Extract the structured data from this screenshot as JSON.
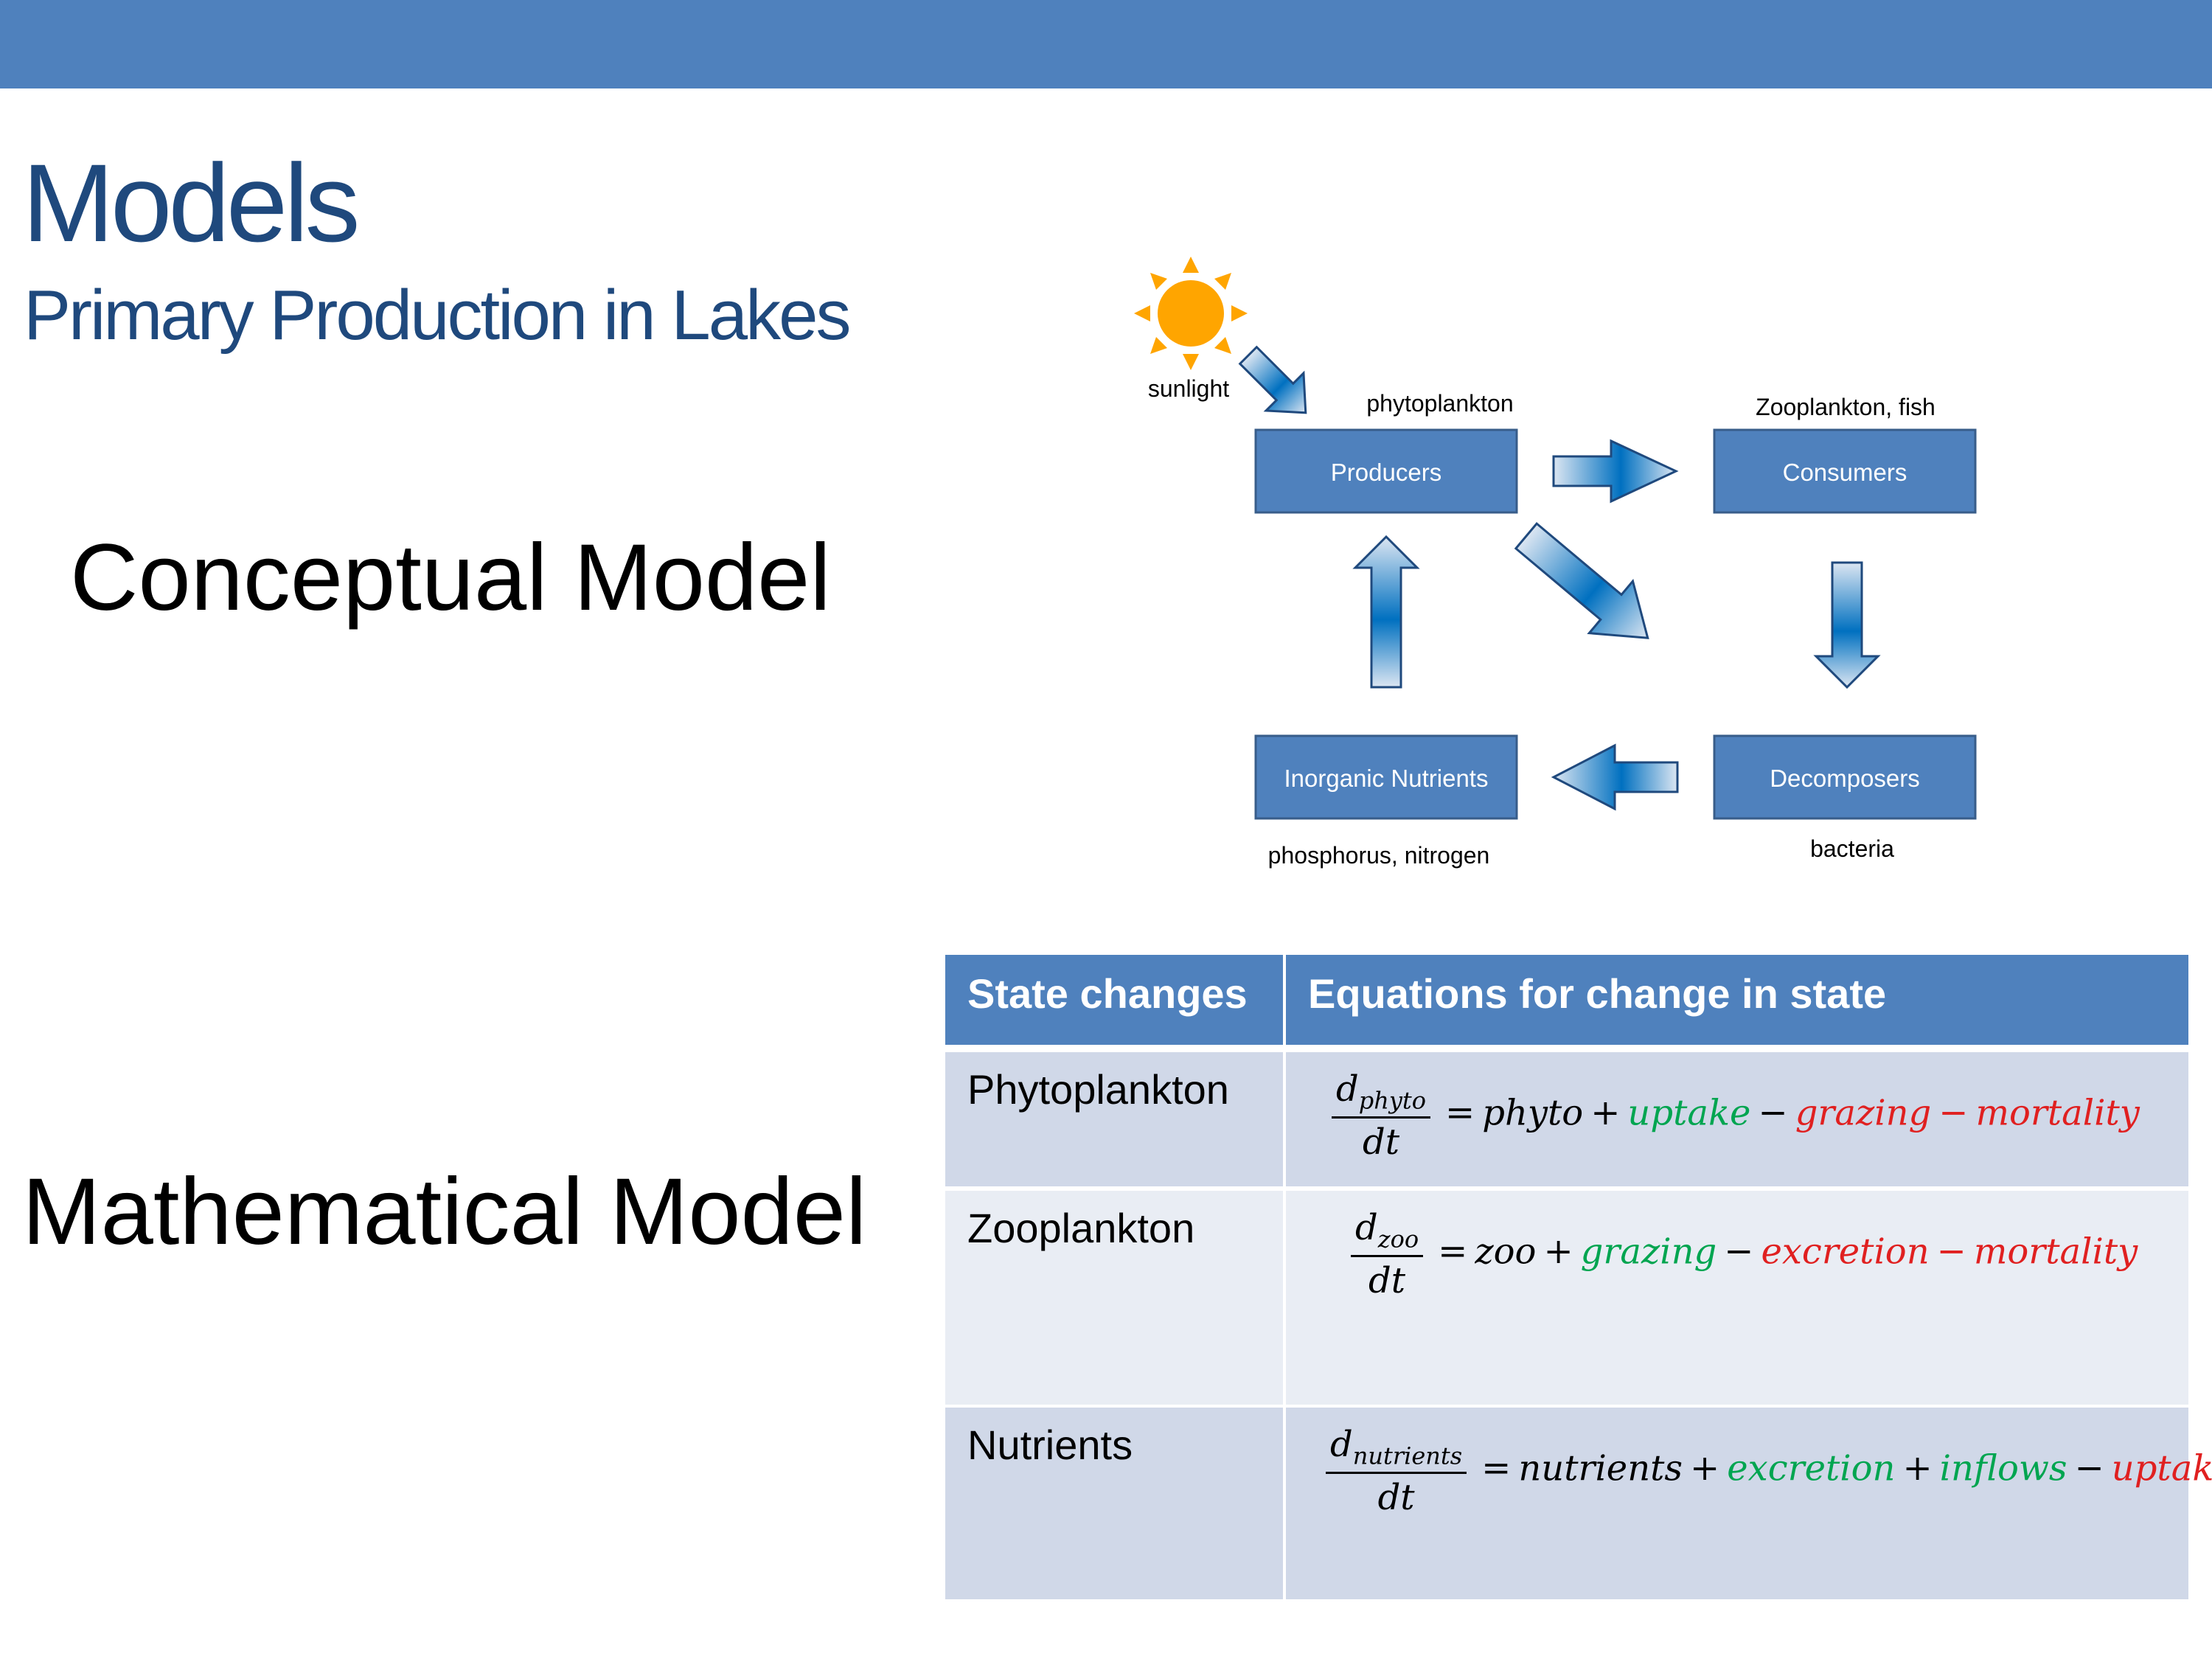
{
  "slide": {
    "title": "Models",
    "subtitle": "Primary Production in Lakes",
    "conceptual_label": "Conceptual Model",
    "mathematical_label": "Mathematical Model"
  },
  "diagram": {
    "sun_label": "sunlight",
    "nodes": {
      "producers": {
        "label": "Producers",
        "caption": "phytoplankton"
      },
      "consumers": {
        "label": "Consumers",
        "caption": "Zooplankton, fish"
      },
      "decomposers": {
        "label": "Decomposers",
        "caption": "bacteria"
      },
      "nutrients": {
        "label": "Inorganic Nutrients",
        "caption": "phosphorus, nitrogen"
      }
    },
    "colors": {
      "box": "#4f81bd",
      "sun": "#ffa500"
    }
  },
  "table": {
    "headers": [
      "State changes",
      "Equations for change in state"
    ],
    "rows": [
      {
        "state": "Phytoplankton",
        "d_sub": "phyto",
        "dt": "dt",
        "d": "d",
        "eq": "=",
        "base": "phyto",
        "t1_op": "+",
        "t1": "uptake",
        "t2_op": "−",
        "t2": "grazing",
        "t3_op": "−",
        "t3": "mortality"
      },
      {
        "state": "Zooplankton",
        "d_sub": "zoo",
        "dt": "dt",
        "d": "d",
        "eq": "=",
        "base": "zoo",
        "t1_op": "+",
        "t1": "grazing",
        "t2_op": "−",
        "t2": "excretion",
        "t3_op": "−",
        "t3": "mortality"
      },
      {
        "state": "Nutrients",
        "d_sub": "nutrients",
        "dt": "dt",
        "d": "d",
        "eq": "=",
        "base": "nutrients",
        "t1_op": "+",
        "t1": "excretion",
        "t2_op": "+",
        "t2": "inflows",
        "t3_op": "−",
        "t3": "uptake"
      }
    ],
    "colors": {
      "header": "#4f81bd",
      "row_dark": "#d0d8e8",
      "row_light": "#e9edf4",
      "positive": "#00a550",
      "negative": "#e02020"
    }
  }
}
